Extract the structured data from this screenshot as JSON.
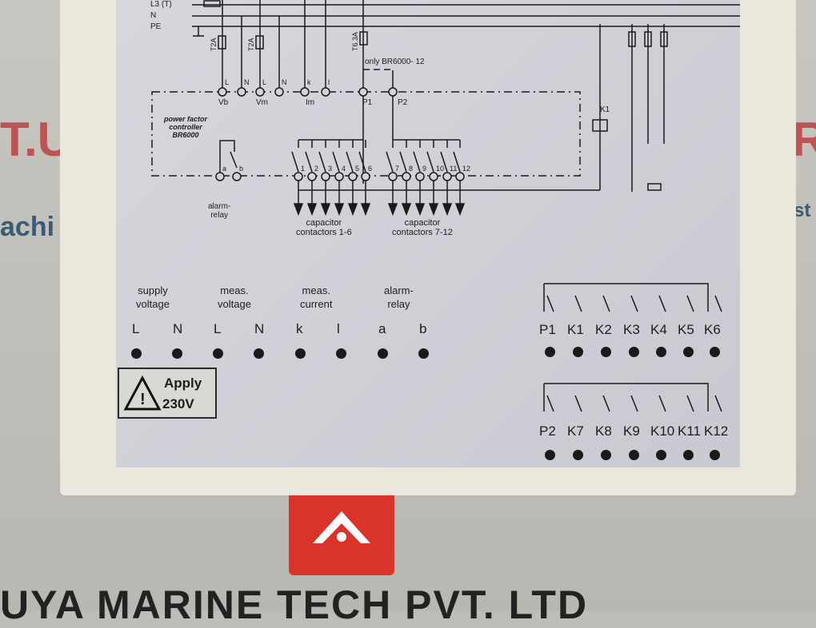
{
  "diagram": {
    "lines": [
      "L3 (T)",
      "N",
      "PE"
    ],
    "fuses": [
      "T2A",
      "T2A",
      "T6.3A"
    ],
    "top_terminals": [
      "L",
      "N",
      "L",
      "N",
      "k",
      "l"
    ],
    "groups": [
      "Vb",
      "Vm",
      "Im",
      "P1",
      "P2"
    ],
    "note": "only BR6000- 12",
    "controller": [
      "power factor",
      "controller",
      "BR6000"
    ],
    "relay_terms": [
      "a",
      "b"
    ],
    "contactor_nums": [
      "1",
      "2",
      "3",
      "4",
      "5",
      "6",
      "7",
      "8",
      "9",
      "10",
      "11",
      "12"
    ],
    "alarm": "alarm-\nrelay",
    "cap1": "capacitor\ncontactors 1-6",
    "cap2": "capacitor\ncontactors 7-12",
    "k1": "K1"
  },
  "terminals": {
    "headers": [
      "supply\nvoltage",
      "meas.\nvoltage",
      "meas.\ncurrent",
      "alarm-\nrelay"
    ],
    "labels": [
      "L",
      "N",
      "L",
      "N",
      "k",
      "l",
      "a",
      "b"
    ],
    "row1": [
      "P1",
      "K1",
      "K2",
      "K3",
      "K4",
      "K5",
      "K6"
    ],
    "row2": [
      "P2",
      "K7",
      "K8",
      "K9",
      "K10",
      "K11",
      "K12"
    ]
  },
  "warning": {
    "line1": "Apply",
    "line2": "230V"
  },
  "background": {
    "left1": "T.U",
    "left2": "achi",
    "right1": "R",
    "right2": "st",
    "bottom": "UYA MARINE TECH PVT. LTD"
  },
  "colors": {
    "plate": "#d2d3d9",
    "housing": "#ebe7dc",
    "logo": "#d9332b"
  }
}
